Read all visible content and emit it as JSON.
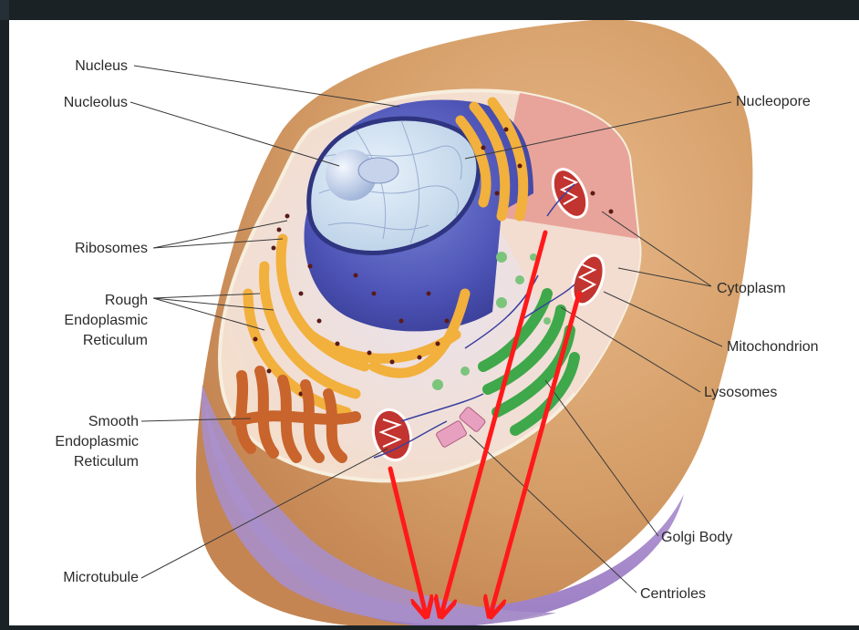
{
  "labels": {
    "nucleus": "Nucleus",
    "nucleolus": "Nucleolus",
    "ribosomes": "Ribosomes",
    "rough_er": [
      "Rough",
      "Endoplasmic",
      "Reticulum"
    ],
    "smooth_er": [
      "Smooth",
      "Endoplasmic",
      "Reticulum"
    ],
    "microtubule": "Microtubule",
    "nucleopore": "Nucleopore",
    "cytoplasm": "Cytoplasm",
    "mitochondrion": "Mitochondrion",
    "lysosomes": "Lysosomes",
    "golgi_body": "Golgi Body",
    "centrioles": "Centrioles"
  },
  "colors": {
    "background": "#1b2226",
    "annotation_arrow": "#ff1a1a",
    "cell_outer": "#d9a066",
    "cell_membrane_purple": "#a98fc9",
    "nucleus": "#4b4fb0",
    "rough_er": "#f2b03c",
    "smooth_er": "#c8642c",
    "golgi": "#3fa84a",
    "mitochondrion": "#c2342f"
  },
  "icons": [
    "annotation-arrow-icon"
  ]
}
